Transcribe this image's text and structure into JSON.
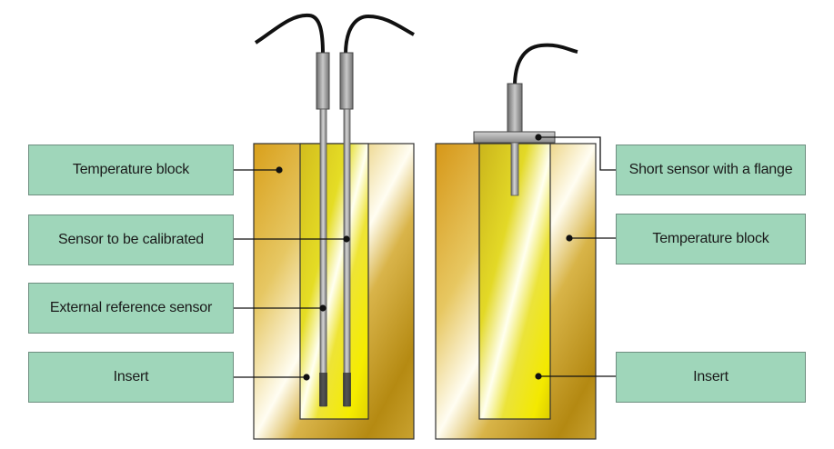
{
  "labels": {
    "temperature_block_left": "Temperature block",
    "sensor_to_be_calibrated": "Sensor to be calibrated",
    "external_reference_sensor": "External reference sensor",
    "insert_left": "Insert",
    "short_sensor_with_flange": "Short sensor with a flange",
    "temperature_block_right": "Temperature block",
    "insert_right": "Insert"
  },
  "colors": {
    "label_fill": "#9fd6ba",
    "label_border": "#6e8f80",
    "block_dark": "#b78a10",
    "block_light": "#fffbe8",
    "insert_yellow": "#e9e000",
    "sensor_gray": "#9a9a9a",
    "cable": "#111111",
    "leader_line": "#111111"
  }
}
